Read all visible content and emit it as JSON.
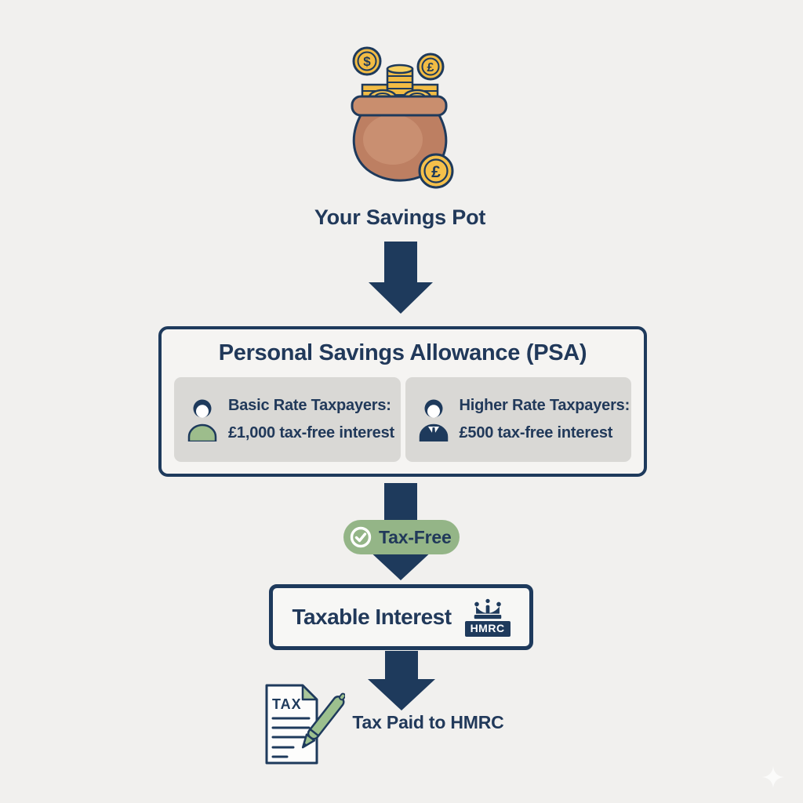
{
  "pot": {
    "label": "Your Savings Pot",
    "coin_symbols": {
      "dollar": "$",
      "pound_top": "£",
      "pound_bottom": "£"
    }
  },
  "psa": {
    "title": "Personal Savings Allowance (PSA)",
    "cards": [
      {
        "line1": "Basic Rate Taxpayers:",
        "line2": "£1,000 tax-free interest",
        "icon": "basic-rate-taxpayer-icon"
      },
      {
        "line1": "Higher Rate Taxpayers:",
        "line2": "£500 tax-free interest",
        "icon": "higher-rate-taxpayer-icon"
      }
    ]
  },
  "tax_free_badge": {
    "label": "Tax-Free",
    "icon": "check-circle-icon"
  },
  "taxable": {
    "title": "Taxable Interest",
    "hmrc_label": "HMRC",
    "icon": "hmrc-crown-icon"
  },
  "footer": {
    "document_label": "TAX",
    "label": "Tax Paid to HMRC",
    "icon": "tax-document-pen-icon"
  },
  "colors": {
    "background": "#f1f0ee",
    "navy": "#1e3a5c",
    "text_navy": "#21395a",
    "badge_green": "#94b587",
    "shirt_green": "#9dbd8c",
    "pen_green": "#9cc08e",
    "fold_green": "#a9c79b",
    "coin_gold": "#f2bc44",
    "pot_terracotta": "#c28265",
    "pot_rim": "#c98e6e",
    "card_gray": "#d9d8d5",
    "box_bg": "#f5f4f2",
    "white": "#ffffff"
  }
}
